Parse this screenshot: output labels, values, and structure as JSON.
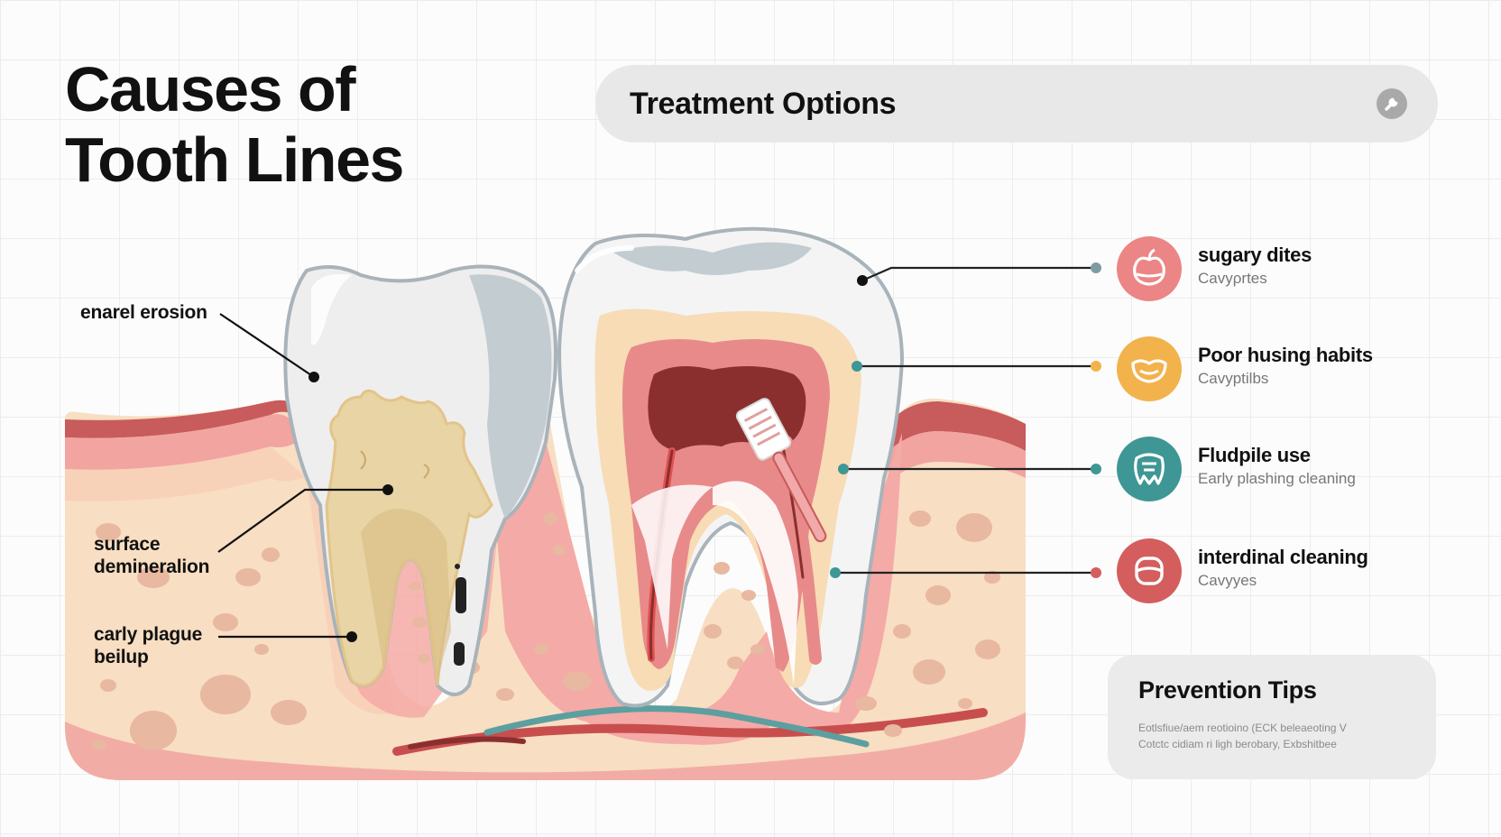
{
  "title": {
    "line1": "Causes of",
    "line2": "Tooth Lines"
  },
  "search": {
    "label": "Treatment Options",
    "icon": "wrench-icon"
  },
  "left_labels": {
    "enamel": "enarel erosion",
    "surface": "surface demineralion",
    "plaque": "carly plague beilup"
  },
  "right_items": [
    {
      "title": "sugary dites",
      "subtitle": "Cavyρrtes",
      "icon": "apple-icon",
      "color": "#ec8585"
    },
    {
      "title": "Poor husing habits",
      "subtitle": "Cavyptilbs",
      "icon": "mouth-icon",
      "color": "#f2b24c"
    },
    {
      "title": "Fludpile use",
      "subtitle": "Early plashing cleaning",
      "icon": "tooth-icon",
      "color": "#3e9795"
    },
    {
      "title": "interdinal cleaning",
      "subtitle": "Cavyyes",
      "icon": "floss-icon",
      "color": "#d45e5e"
    }
  ],
  "tips": {
    "title": "Prevention Tips",
    "line1": "Eotlsfiue/aem reotioino (ECK beleaeoting V",
    "line2": "Cotctc cidiam ri ligh berobary, Exbshitbee"
  }
}
